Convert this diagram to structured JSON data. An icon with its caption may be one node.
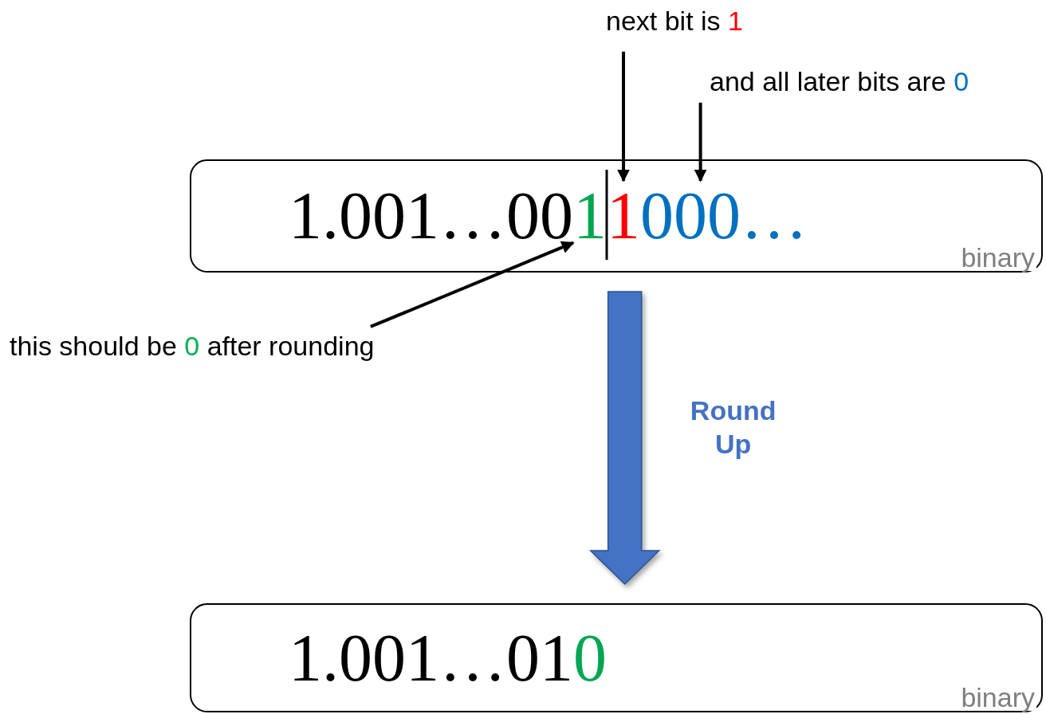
{
  "diagram": {
    "nodes": [
      {
        "text": [
          "next bit is",
          "1"
        ]
      },
      {
        "text": [
          "and all later bits are",
          "0"
        ]
      },
      {
        "text": [
          "binary"
        ]
      },
      {
        "text": [
          "1.001…00"
        ],
        "in": 2
      },
      {
        "text": [
          "1"
        ],
        "in": 2
      },
      {
        "text": [
          "1"
        ],
        "in": 2
      },
      {
        "text": [
          "000…"
        ],
        "in": 2
      },
      {
        "text": [
          "this should be",
          "0",
          "after rounding"
        ]
      },
      {
        "text": [
          "binary"
        ]
      },
      {
        "text": [
          "1.001…01"
        ],
        "in": 8
      },
      {
        "text": [
          "0"
        ],
        "in": 8
      }
    ],
    "edges": [
      {
        "from": 0,
        "to": 5,
        "arrow": "to"
      },
      {
        "from": 1,
        "to": 6,
        "arrow": "to"
      },
      {
        "from": 7,
        "to": 4,
        "arrow": "to"
      },
      {
        "from": 2,
        "to": 8,
        "arrow": "to",
        "label": "Round Up",
        "style": "thick",
        "color": "#4472c4"
      }
    ]
  }
}
